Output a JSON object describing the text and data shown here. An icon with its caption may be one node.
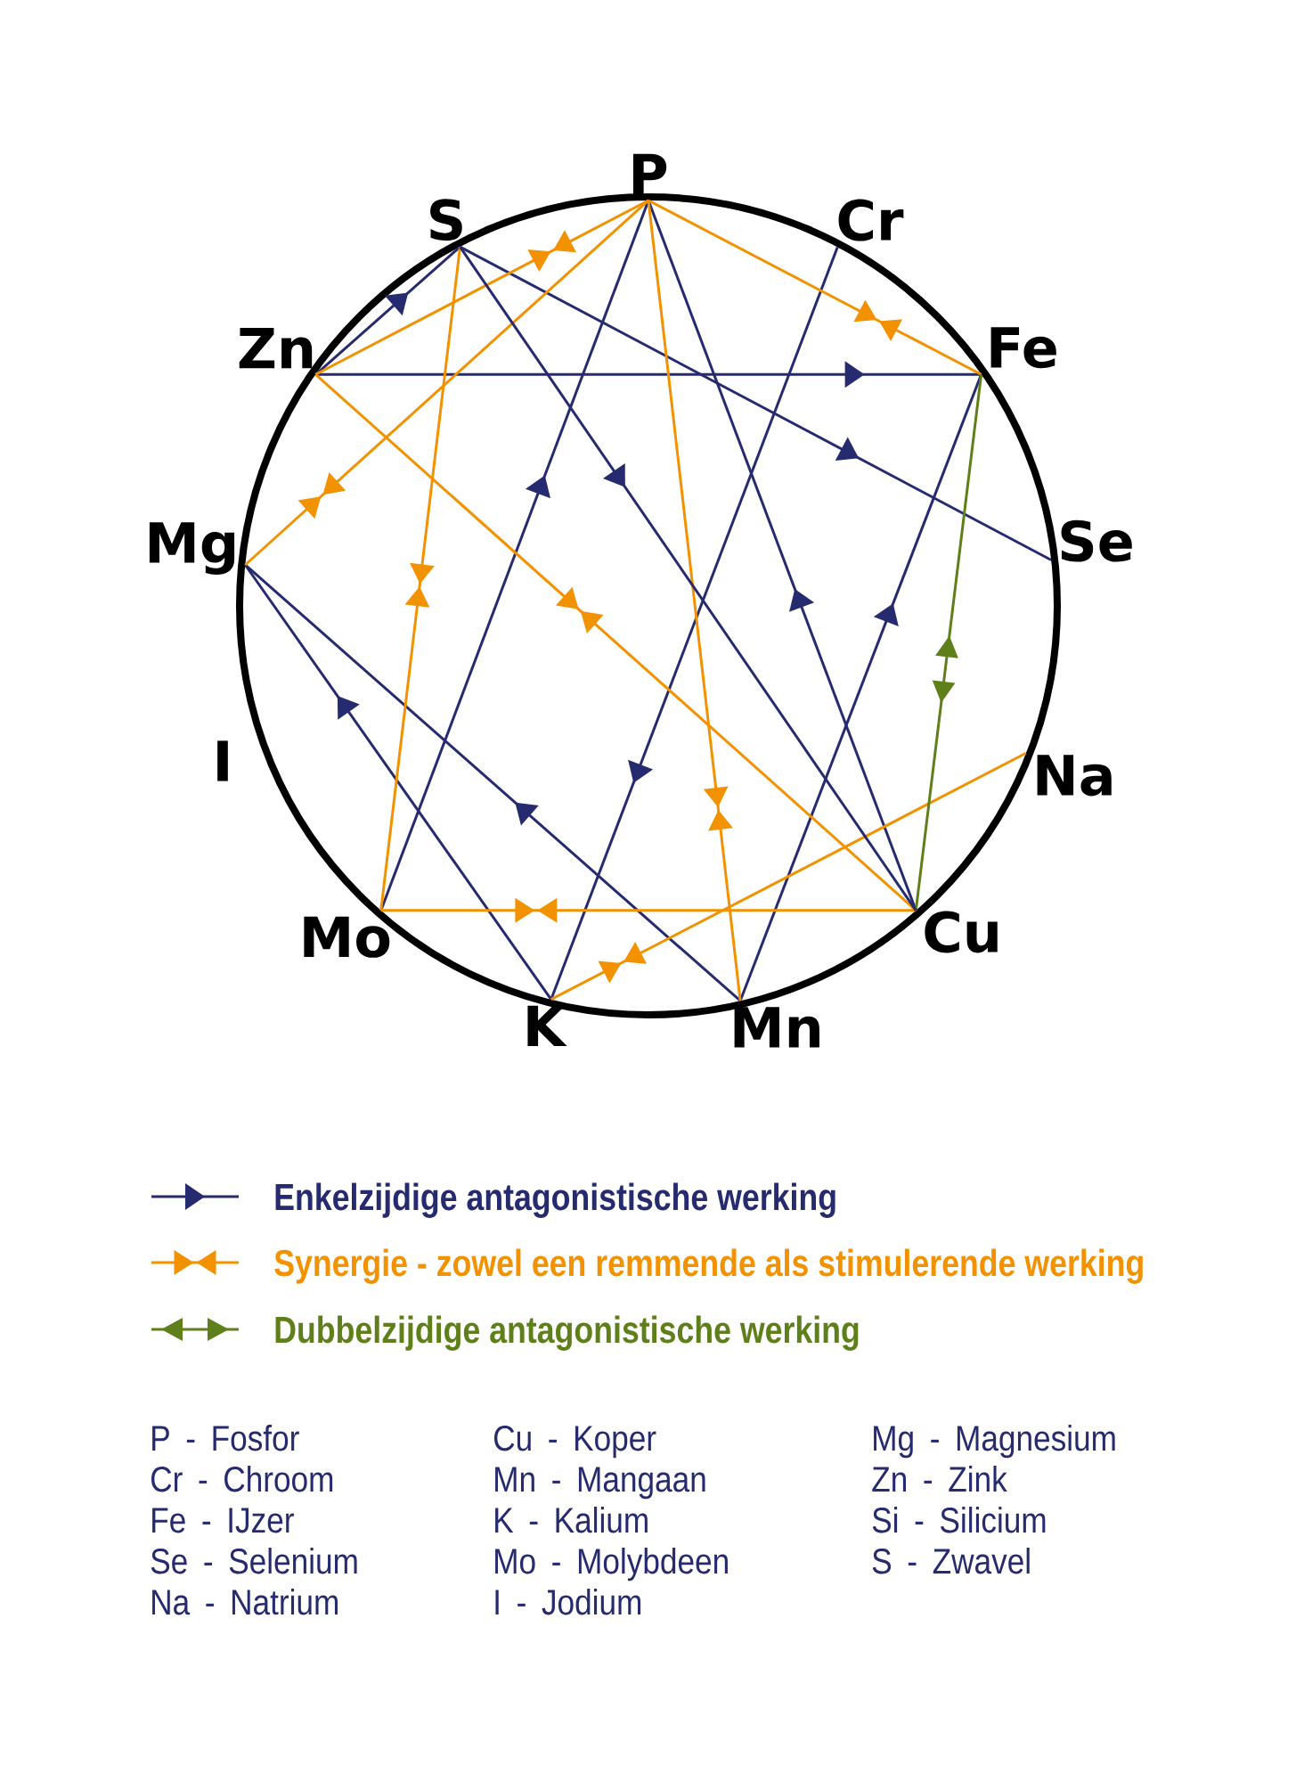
{
  "diagram": {
    "nodes": [
      {
        "text": [
          "P"
        ]
      },
      {
        "text": [
          "S"
        ]
      },
      {
        "text": [
          "Cr"
        ]
      },
      {
        "text": [
          "Zn"
        ]
      },
      {
        "text": [
          "Fe"
        ]
      },
      {
        "text": [
          "Mg"
        ]
      },
      {
        "text": [
          "Se"
        ]
      },
      {
        "text": [
          "I"
        ]
      },
      {
        "text": [
          "Na"
        ]
      },
      {
        "text": [
          "Mo"
        ]
      },
      {
        "text": [
          "Cu"
        ]
      },
      {
        "text": [
          "K"
        ]
      },
      {
        "text": [
          "Mn"
        ]
      }
    ],
    "edges": [
      {
        "from": 3,
        "to": 1,
        "arrow": "to"
      },
      {
        "from": 3,
        "to": 4,
        "arrow": "to"
      },
      {
        "from": 1,
        "to": 6,
        "arrow": "to"
      },
      {
        "from": 1,
        "to": 10,
        "arrow": "to"
      },
      {
        "from": 9,
        "to": 0,
        "arrow": "to"
      },
      {
        "from": 10,
        "to": 0,
        "arrow": "to"
      },
      {
        "from": 2,
        "to": 11,
        "arrow": "to"
      },
      {
        "from": 12,
        "to": 4,
        "arrow": "to"
      },
      {
        "from": 11,
        "to": 5,
        "arrow": "to"
      },
      {
        "from": 12,
        "to": 5,
        "arrow": "to"
      },
      {
        "from": 0,
        "to": 3,
        "arrow": "to",
        "color": "#f39200"
      },
      {
        "from": 0,
        "to": 4,
        "arrow": "to",
        "color": "#f39200"
      },
      {
        "from": 0,
        "to": 5,
        "arrow": "to",
        "color": "#f39200"
      },
      {
        "from": 0,
        "to": 12,
        "arrow": "to",
        "color": "#f39200"
      },
      {
        "from": 1,
        "to": 9,
        "arrow": "to",
        "color": "#f39200"
      },
      {
        "from": 3,
        "to": 10,
        "arrow": "to",
        "color": "#f39200"
      },
      {
        "from": 9,
        "to": 10,
        "arrow": "to",
        "color": "#f39200"
      },
      {
        "from": 8,
        "to": 11,
        "arrow": "to",
        "color": "#f39200"
      },
      {
        "from": 4,
        "to": 10,
        "arrow": "to",
        "color": "#5f7f1a"
      }
    ],
    "labels": [
      "P - Fosfor",
      "Cu - Koper",
      "Mg - Magnesium",
      "Cr - Chroom",
      "Mn - Mangaan",
      "Zn - Zink",
      "Fe - IJzer",
      "K - Kalium",
      "Si - Silicium",
      "Se - Selenium",
      "Mo - Molybdeen",
      "S - Zwavel",
      "Na - Natrium",
      "I - Jodium"
    ],
    "legend": [
      {
        "text": "Enkelzijdige antagonistische werking"
      },
      {
        "text": "Synergie - zowel een remmende als stimulerende werking"
      },
      {
        "text": "Dubbelzijdige antagonistische werking"
      }
    ]
  }
}
